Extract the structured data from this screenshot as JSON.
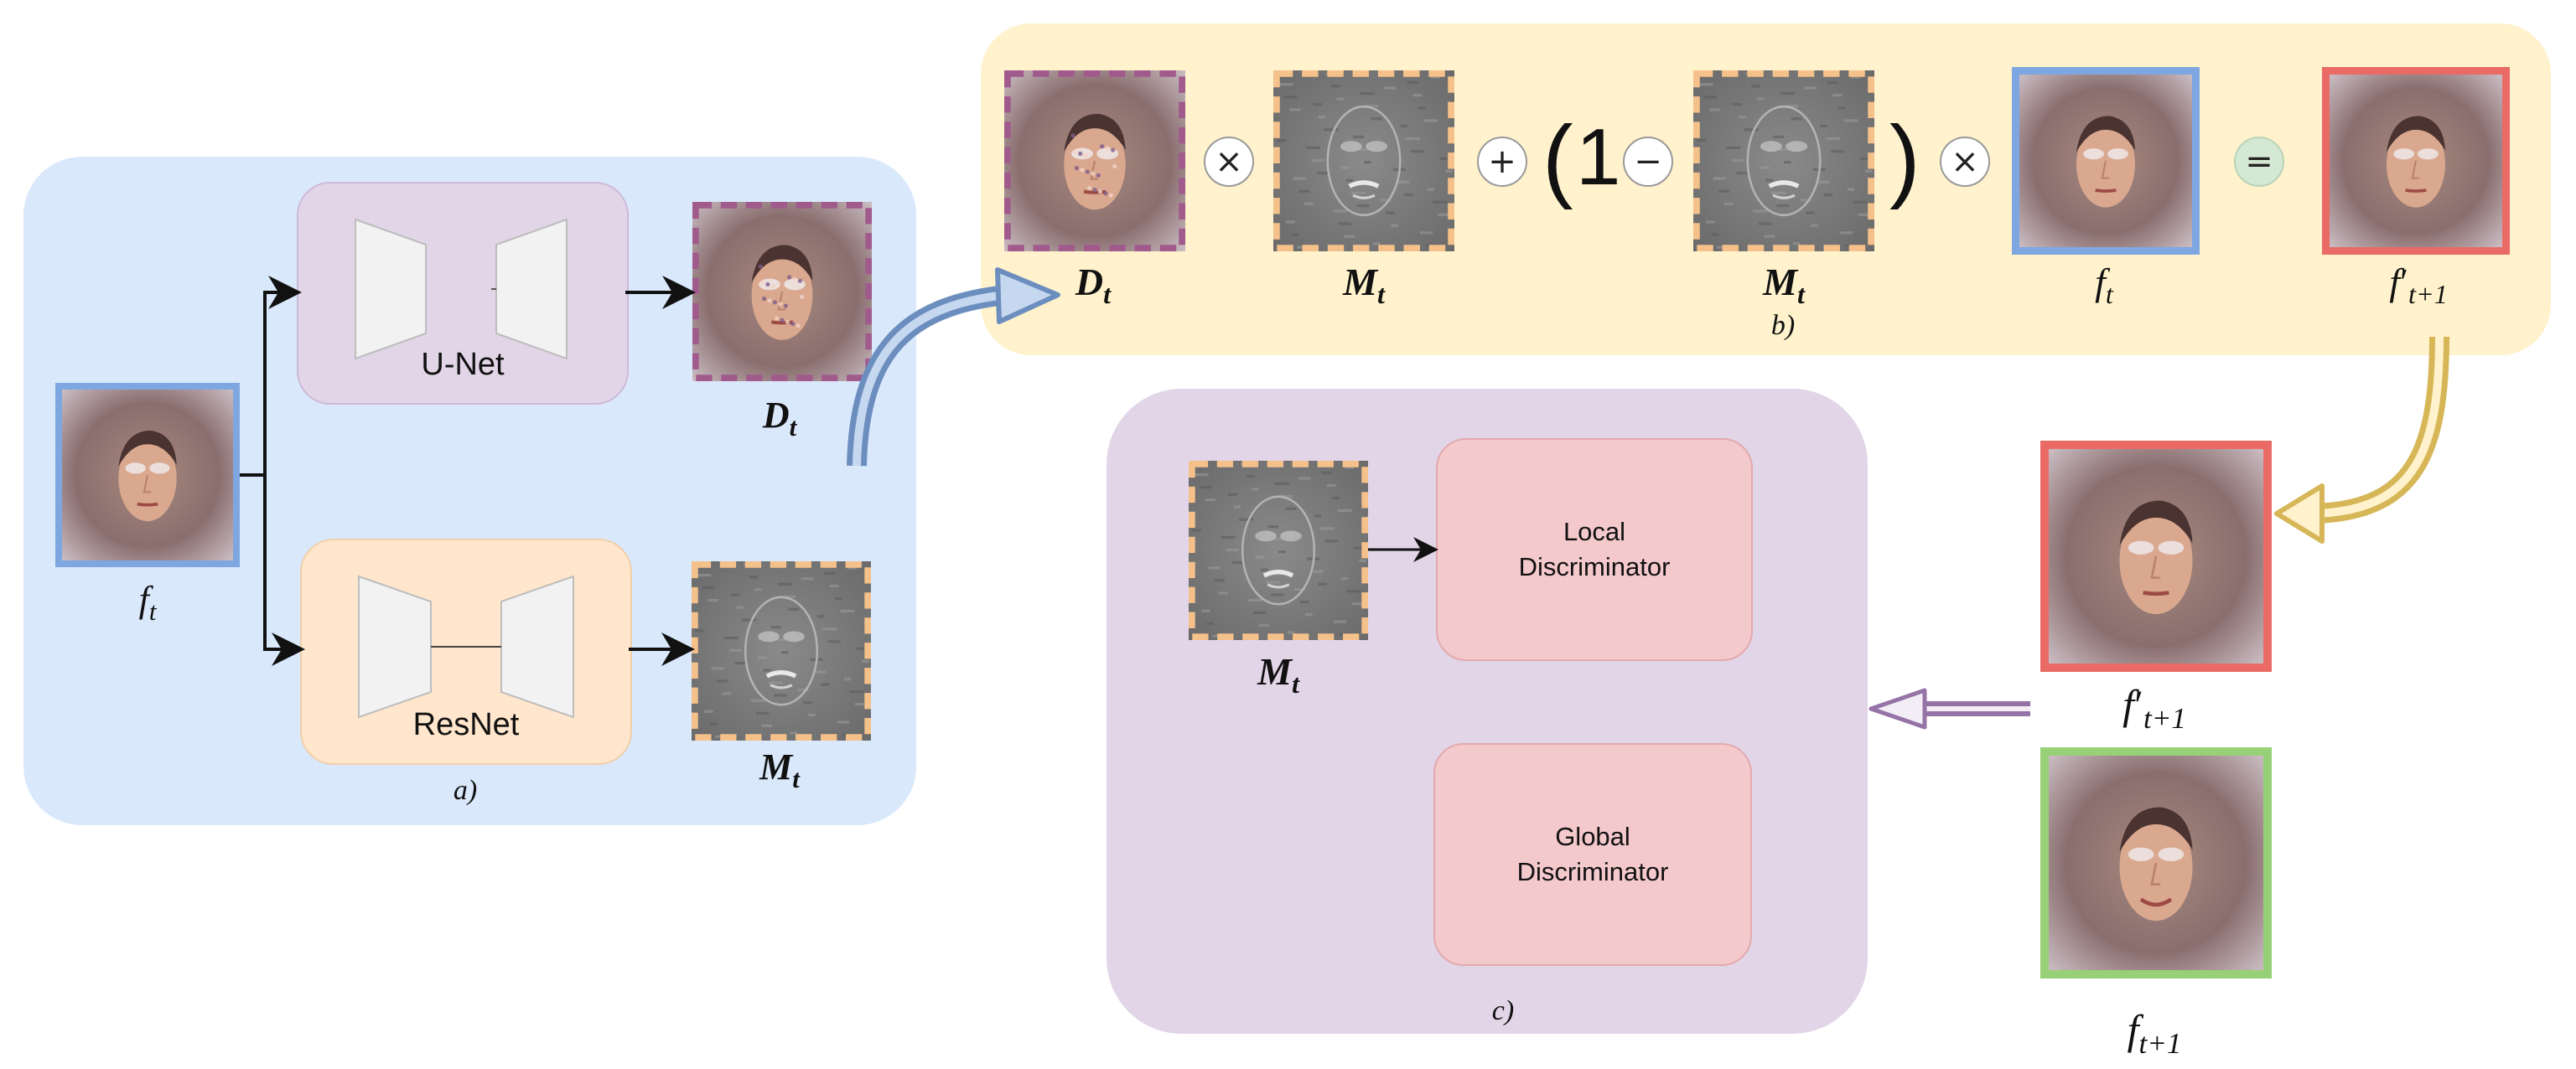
{
  "panel_a": {
    "caption": "a)",
    "unet_label": "U-Net",
    "resnet_label": "ResNet"
  },
  "panel_b": {
    "caption": "b)",
    "one": "1"
  },
  "panel_c": {
    "caption": "c)",
    "local_disc": [
      "Local",
      "Discriminator"
    ],
    "global_disc": [
      "Global",
      "Discriminator"
    ]
  },
  "symbols": {
    "ft": {
      "base": "f",
      "sub": "t",
      "prime": ""
    },
    "Dt": {
      "base": "D",
      "sub": "t",
      "prime": ""
    },
    "Mt": {
      "base": "M",
      "sub": "t",
      "prime": ""
    },
    "ftp1_prime": {
      "base": "f",
      "sub": "t+1",
      "prime": "′"
    },
    "ftp1": {
      "base": "f",
      "sub": "t+1",
      "prime": ""
    }
  },
  "operators": {
    "times": "×",
    "plus": "+",
    "minus": "−",
    "equals": "="
  },
  "colors": {
    "panel_a_bg": "#dae8fc",
    "panel_b_bg": "#fff2cc",
    "panel_c_bg": "#e1d5e7",
    "unet_bg": "#e1d5e7",
    "resnet_bg": "#ffe6cc",
    "blue_frame": "#7ea6e0",
    "red_frame": "#ea6b66",
    "green_frame": "#97d077",
    "purple_dash": "#a05a8c",
    "orange_dash": "#f5c18a",
    "arrow_blue": "#6c8ebf",
    "arrow_gold": "#d6b656",
    "arrow_purple": "#9673a6",
    "disc_bg": "#f4c9cc",
    "equals_bg": "#d5e8d4"
  }
}
